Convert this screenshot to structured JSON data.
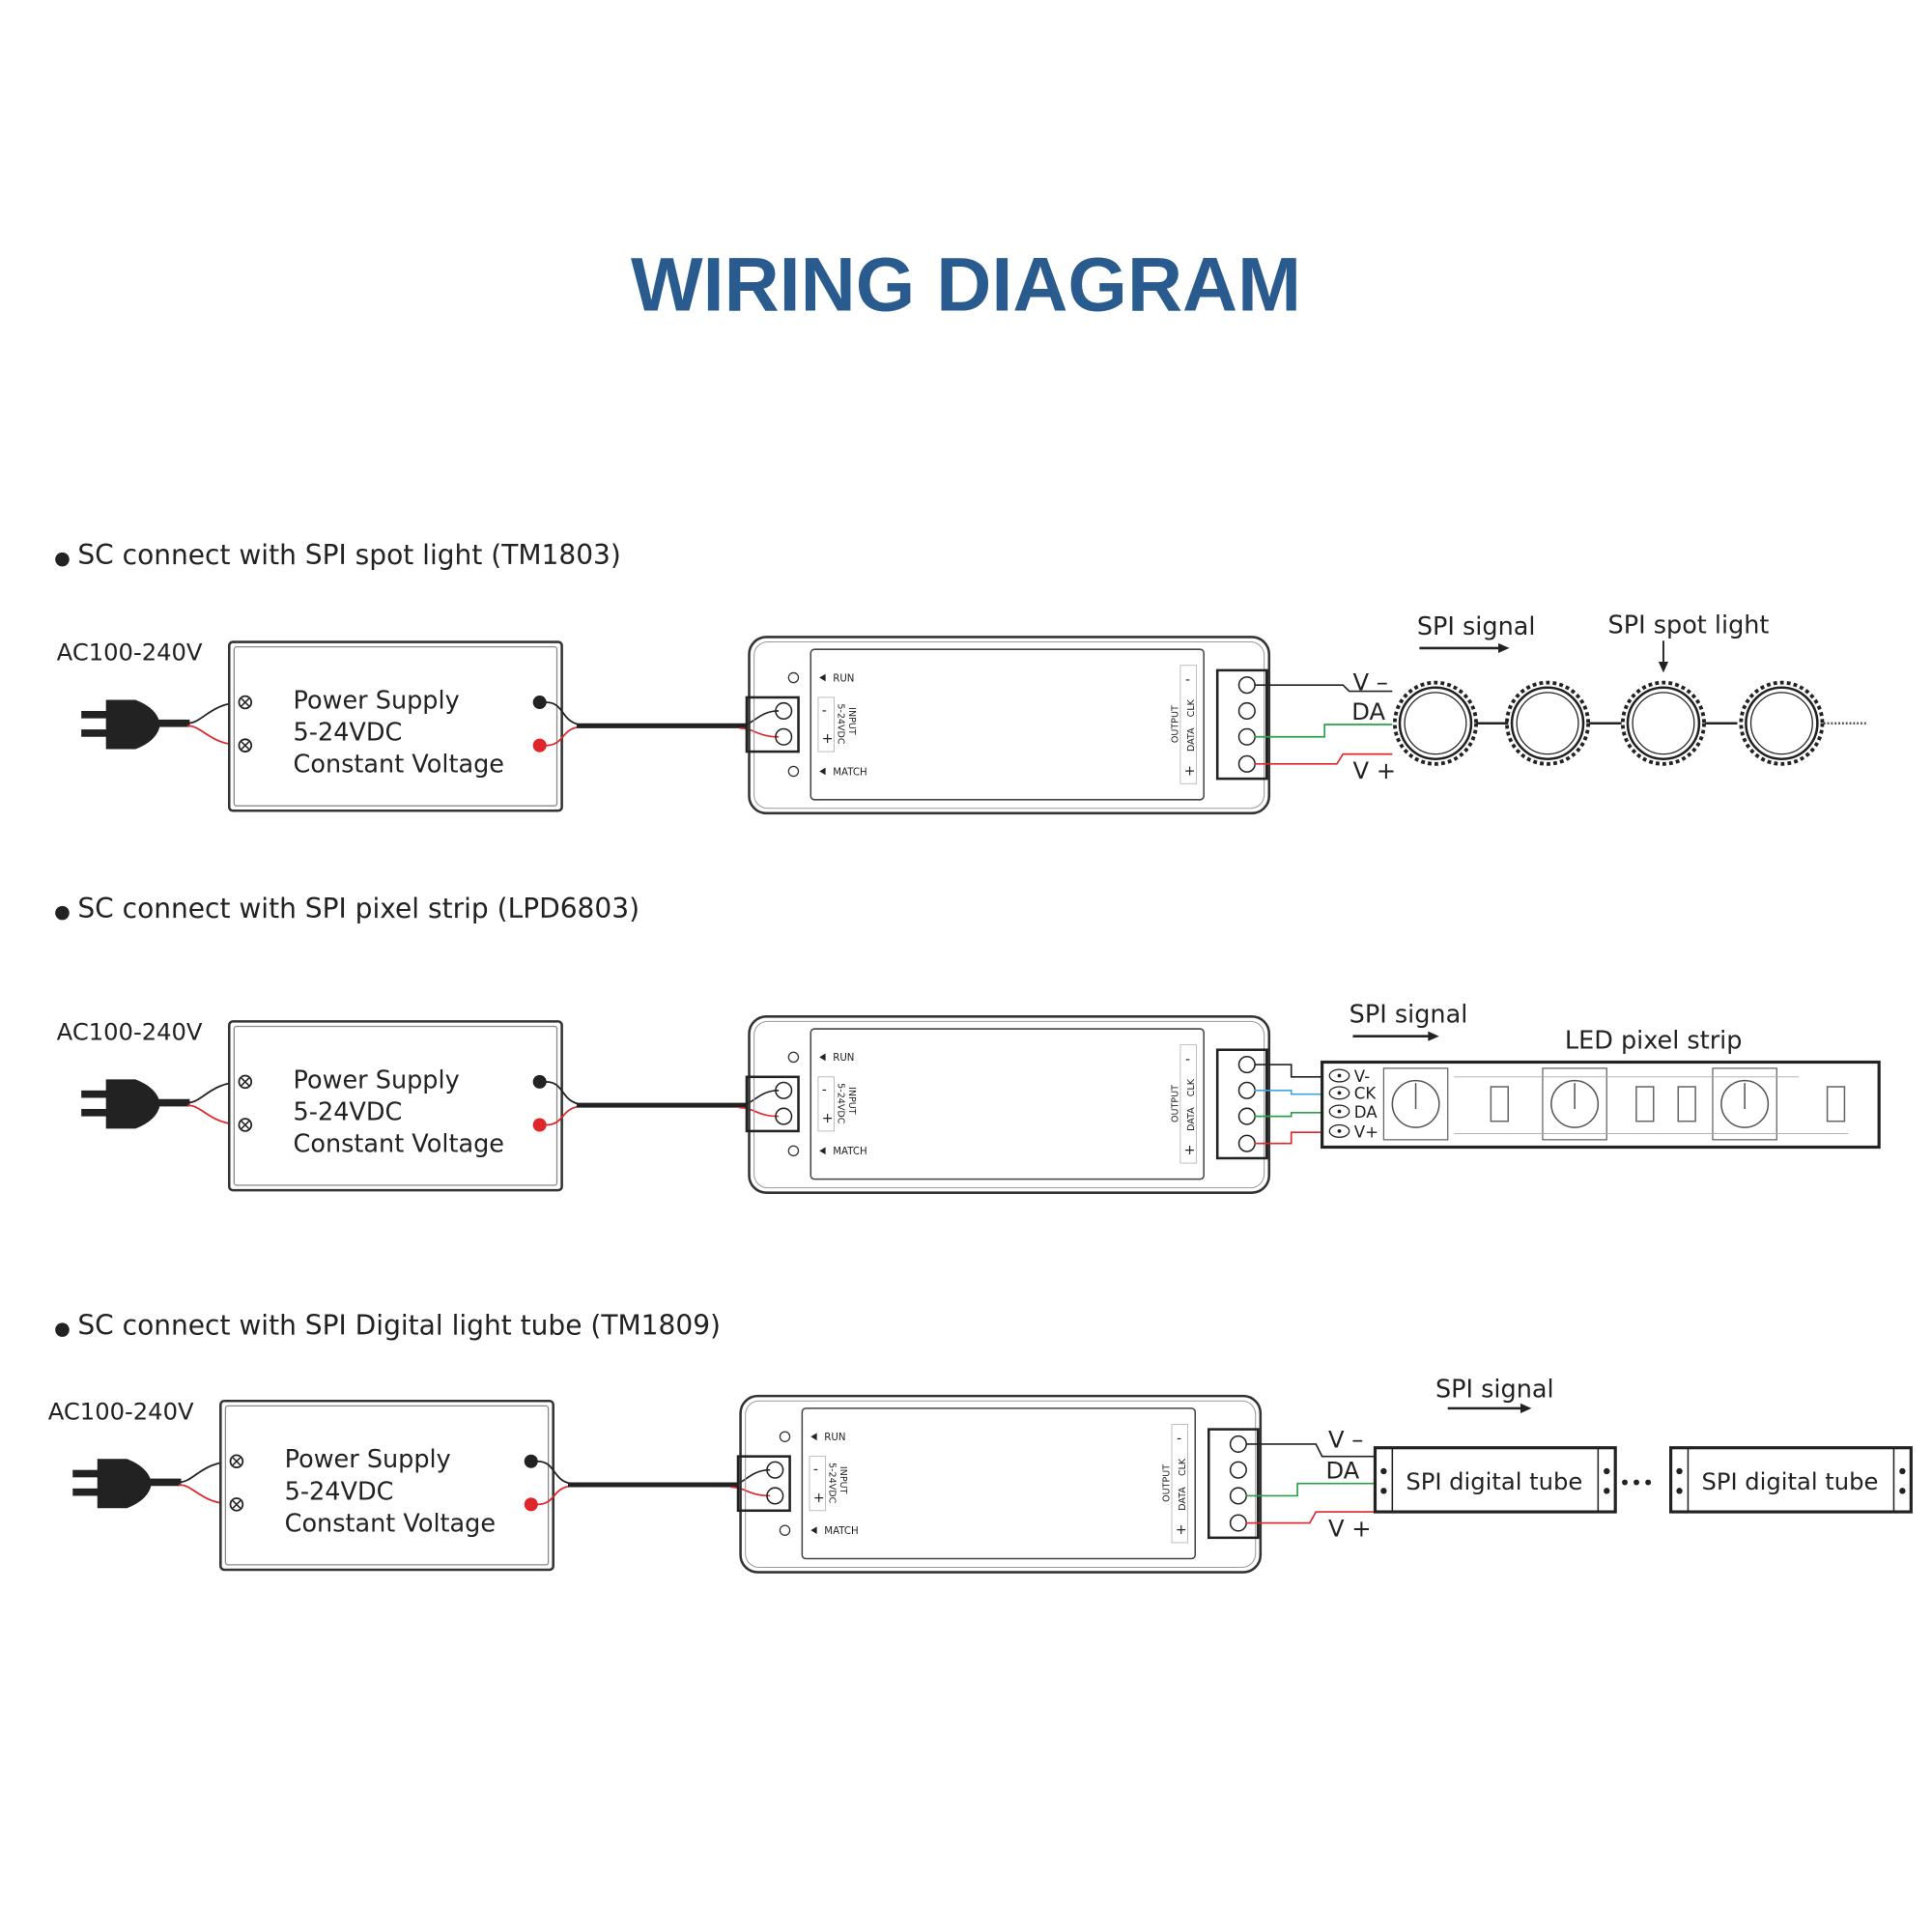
{
  "title": "WIRING DIAGRAM",
  "colors": {
    "title": "#2a5b8f",
    "wire_black": "#222222",
    "wire_red": "#e0262b",
    "wire_green": "#2aa04a",
    "wire_blue": "#3aa6dc"
  },
  "controller": {
    "run": "RUN",
    "match": "MATCH",
    "input": "INPUT",
    "input_voltage": "5-24VDC",
    "minus": "-",
    "plus": "+",
    "output": "OUTPUT",
    "clk": "CLK",
    "data": "DATA"
  },
  "power_supply": {
    "lines": [
      "Power Supply",
      "5-24VDC",
      "Constant Voltage"
    ]
  },
  "ac_label": "AC100-240V",
  "sections": [
    {
      "heading": "SC connect with SPI spot light (TM1803)",
      "signal_label": "SPI signal",
      "load_label": "SPI spot light",
      "wire_labels": [
        "V –",
        "DA",
        "V +"
      ]
    },
    {
      "heading": "SC connect with SPI pixel strip (LPD6803)",
      "signal_label": "SPI signal",
      "load_label": "LED pixel strip",
      "wire_labels": [
        "V-",
        "CK",
        "DA",
        "V+"
      ]
    },
    {
      "heading": "SC connect with SPI Digital light tube (TM1809)",
      "signal_label": "SPI signal",
      "load_label": "SPI digital tube",
      "load_label_2": "SPI digital tube",
      "ellipsis": "•••",
      "wire_labels": [
        "V –",
        "DA",
        "V +"
      ]
    }
  ]
}
